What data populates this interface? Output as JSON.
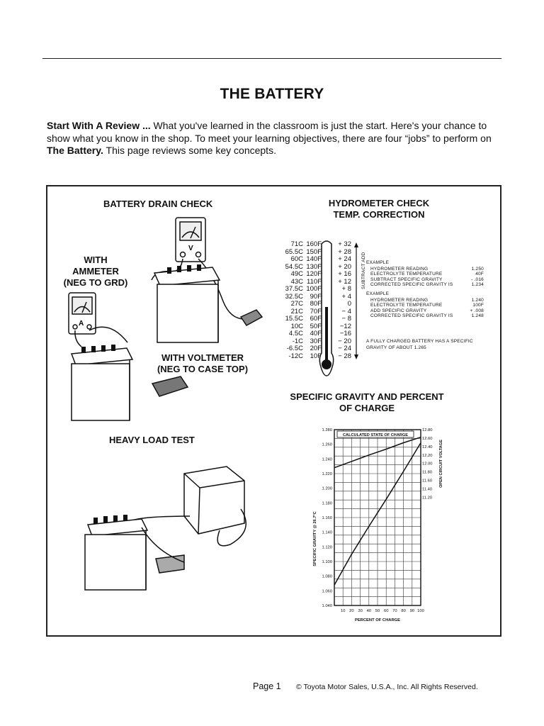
{
  "header": {
    "title": "THE BATTERY"
  },
  "intro": {
    "lead": "Start With A Review ...",
    "text1": " What you've learned in the classroom is just the start. Here's your chance to show what you know in the shop. To meet your learning objectives, there are four “jobs” to perform on ",
    "emphasis": "The Battery.",
    "text2": " This page reviews some key concepts."
  },
  "drain": {
    "title": "BATTERY DRAIN CHECK",
    "ammeter_label": [
      "WITH",
      "AMMETER",
      "(NEG TO GRD)"
    ],
    "voltmeter_label": [
      "WITH VOLTMETER",
      "(NEG TO CASE TOP)"
    ],
    "meter_v": "V",
    "meter_a": "A"
  },
  "load": {
    "title": "HEAVY LOAD TEST"
  },
  "hydrometer": {
    "title": [
      "HYDROMETER CHECK",
      "TEMP. CORRECTION"
    ],
    "scale": [
      {
        "c": "71C",
        "f": "160F",
        "corr": "+ 32"
      },
      {
        "c": "65.5C",
        "f": "150F",
        "corr": "+ 28"
      },
      {
        "c": "60C",
        "f": "140F",
        "corr": "+ 24"
      },
      {
        "c": "54.5C",
        "f": "130F",
        "corr": "+ 20"
      },
      {
        "c": "49C",
        "f": "120F",
        "corr": "+ 16"
      },
      {
        "c": "43C",
        "f": "110F",
        "corr": "+ 12"
      },
      {
        "c": "37.5C",
        "f": "100F",
        "corr": "+ 8"
      },
      {
        "c": "32.5C",
        "f": "90F",
        "corr": "+ 4"
      },
      {
        "c": "27C",
        "f": "80F",
        "corr": "0"
      },
      {
        "c": "21C",
        "f": "70F",
        "corr": "− 4"
      },
      {
        "c": "15.5C",
        "f": "60F",
        "corr": "− 8"
      },
      {
        "c": "10C",
        "f": "50F",
        "corr": "−12"
      },
      {
        "c": "4.5C",
        "f": "40F",
        "corr": "−16"
      },
      {
        "c": "-1C",
        "f": "30F",
        "corr": "− 20"
      },
      {
        "c": "-6.5C",
        "f": "20F",
        "corr": "− 24"
      },
      {
        "c": "-12C",
        "f": "10F",
        "corr": "− 28"
      }
    ],
    "side_label": "SUBTRACT ADD",
    "example1": {
      "heading": "EXAMPLE",
      "rows": [
        {
          "k": "HYDROMETER READING",
          "v": "1.250"
        },
        {
          "k": "ELECTROLYTE TEMPERATURE",
          "v": "40F"
        },
        {
          "k": "SUBTRACT SPECIFIC GRAVITY",
          "v": "- .016"
        },
        {
          "k": "CORRECTED SPECIFIC GRAVITY IS",
          "v": "1.234"
        }
      ]
    },
    "example2": {
      "heading": "EXAMPLE",
      "rows": [
        {
          "k": "HYDROMETER READING",
          "v": "1.240"
        },
        {
          "k": "ELECTROLYTE TEMPERATURE",
          "v": "100F"
        },
        {
          "k": "ADD SPECIFIC GRAVITY",
          "v": "+ .008"
        },
        {
          "k": "CORRECTED SPECIFIC GRAVITY IS",
          "v": "1.248"
        }
      ]
    },
    "note": [
      "A FULLY CHARGED BATTERY HAS A SPECIFIC",
      "GRAVITY OF ABOUT 1.265"
    ]
  },
  "gravity": {
    "title": [
      "SPECIFIC GRAVITY AND PERCENT",
      "OF CHARGE"
    ]
  },
  "chart_data": {
    "type": "line",
    "title": "CALCULATED STATE OF CHARGE",
    "xlabel": "PERCENT OF CHARGE",
    "ylabel": "SPECIFIC GRAVITY @ 26.7°C",
    "y2label": "OPEN CIRCUIT VOLTAGE",
    "x_ticks": [
      "10",
      "20",
      "30",
      "40",
      "50",
      "60",
      "70",
      "80",
      "90",
      "100"
    ],
    "y_ticks": [
      "1.280",
      "1.260",
      "1.240",
      "1.220",
      "1.200",
      "1.180",
      "1.160",
      "1.140",
      "1.120",
      "1.100",
      "1.080",
      "1.060",
      "1.040"
    ],
    "y2_ticks": [
      "12.80",
      "12.60",
      "12.40",
      "12.20",
      "12.00",
      "11.80",
      "11.60",
      "11.40",
      "11.20"
    ],
    "xlim": [
      0,
      100
    ],
    "ylim": [
      1.04,
      1.28
    ],
    "y2lim": [
      11.2,
      12.8
    ],
    "grid": true,
    "series": [
      {
        "axis": "y2",
        "x": [
          0,
          20,
          40,
          60,
          80,
          100
        ],
        "y": [
          11.9,
          12.05,
          12.2,
          12.34,
          12.49,
          12.62
        ]
      },
      {
        "axis": "y",
        "x": [
          0,
          20,
          40,
          60,
          80,
          100
        ],
        "y": [
          1.068,
          1.11,
          1.148,
          1.185,
          1.223,
          1.262
        ]
      }
    ]
  },
  "footer": {
    "page": "Page 1",
    "copyright": "© Toyota Motor Sales, U.S.A., Inc. All Rights Reserved."
  }
}
